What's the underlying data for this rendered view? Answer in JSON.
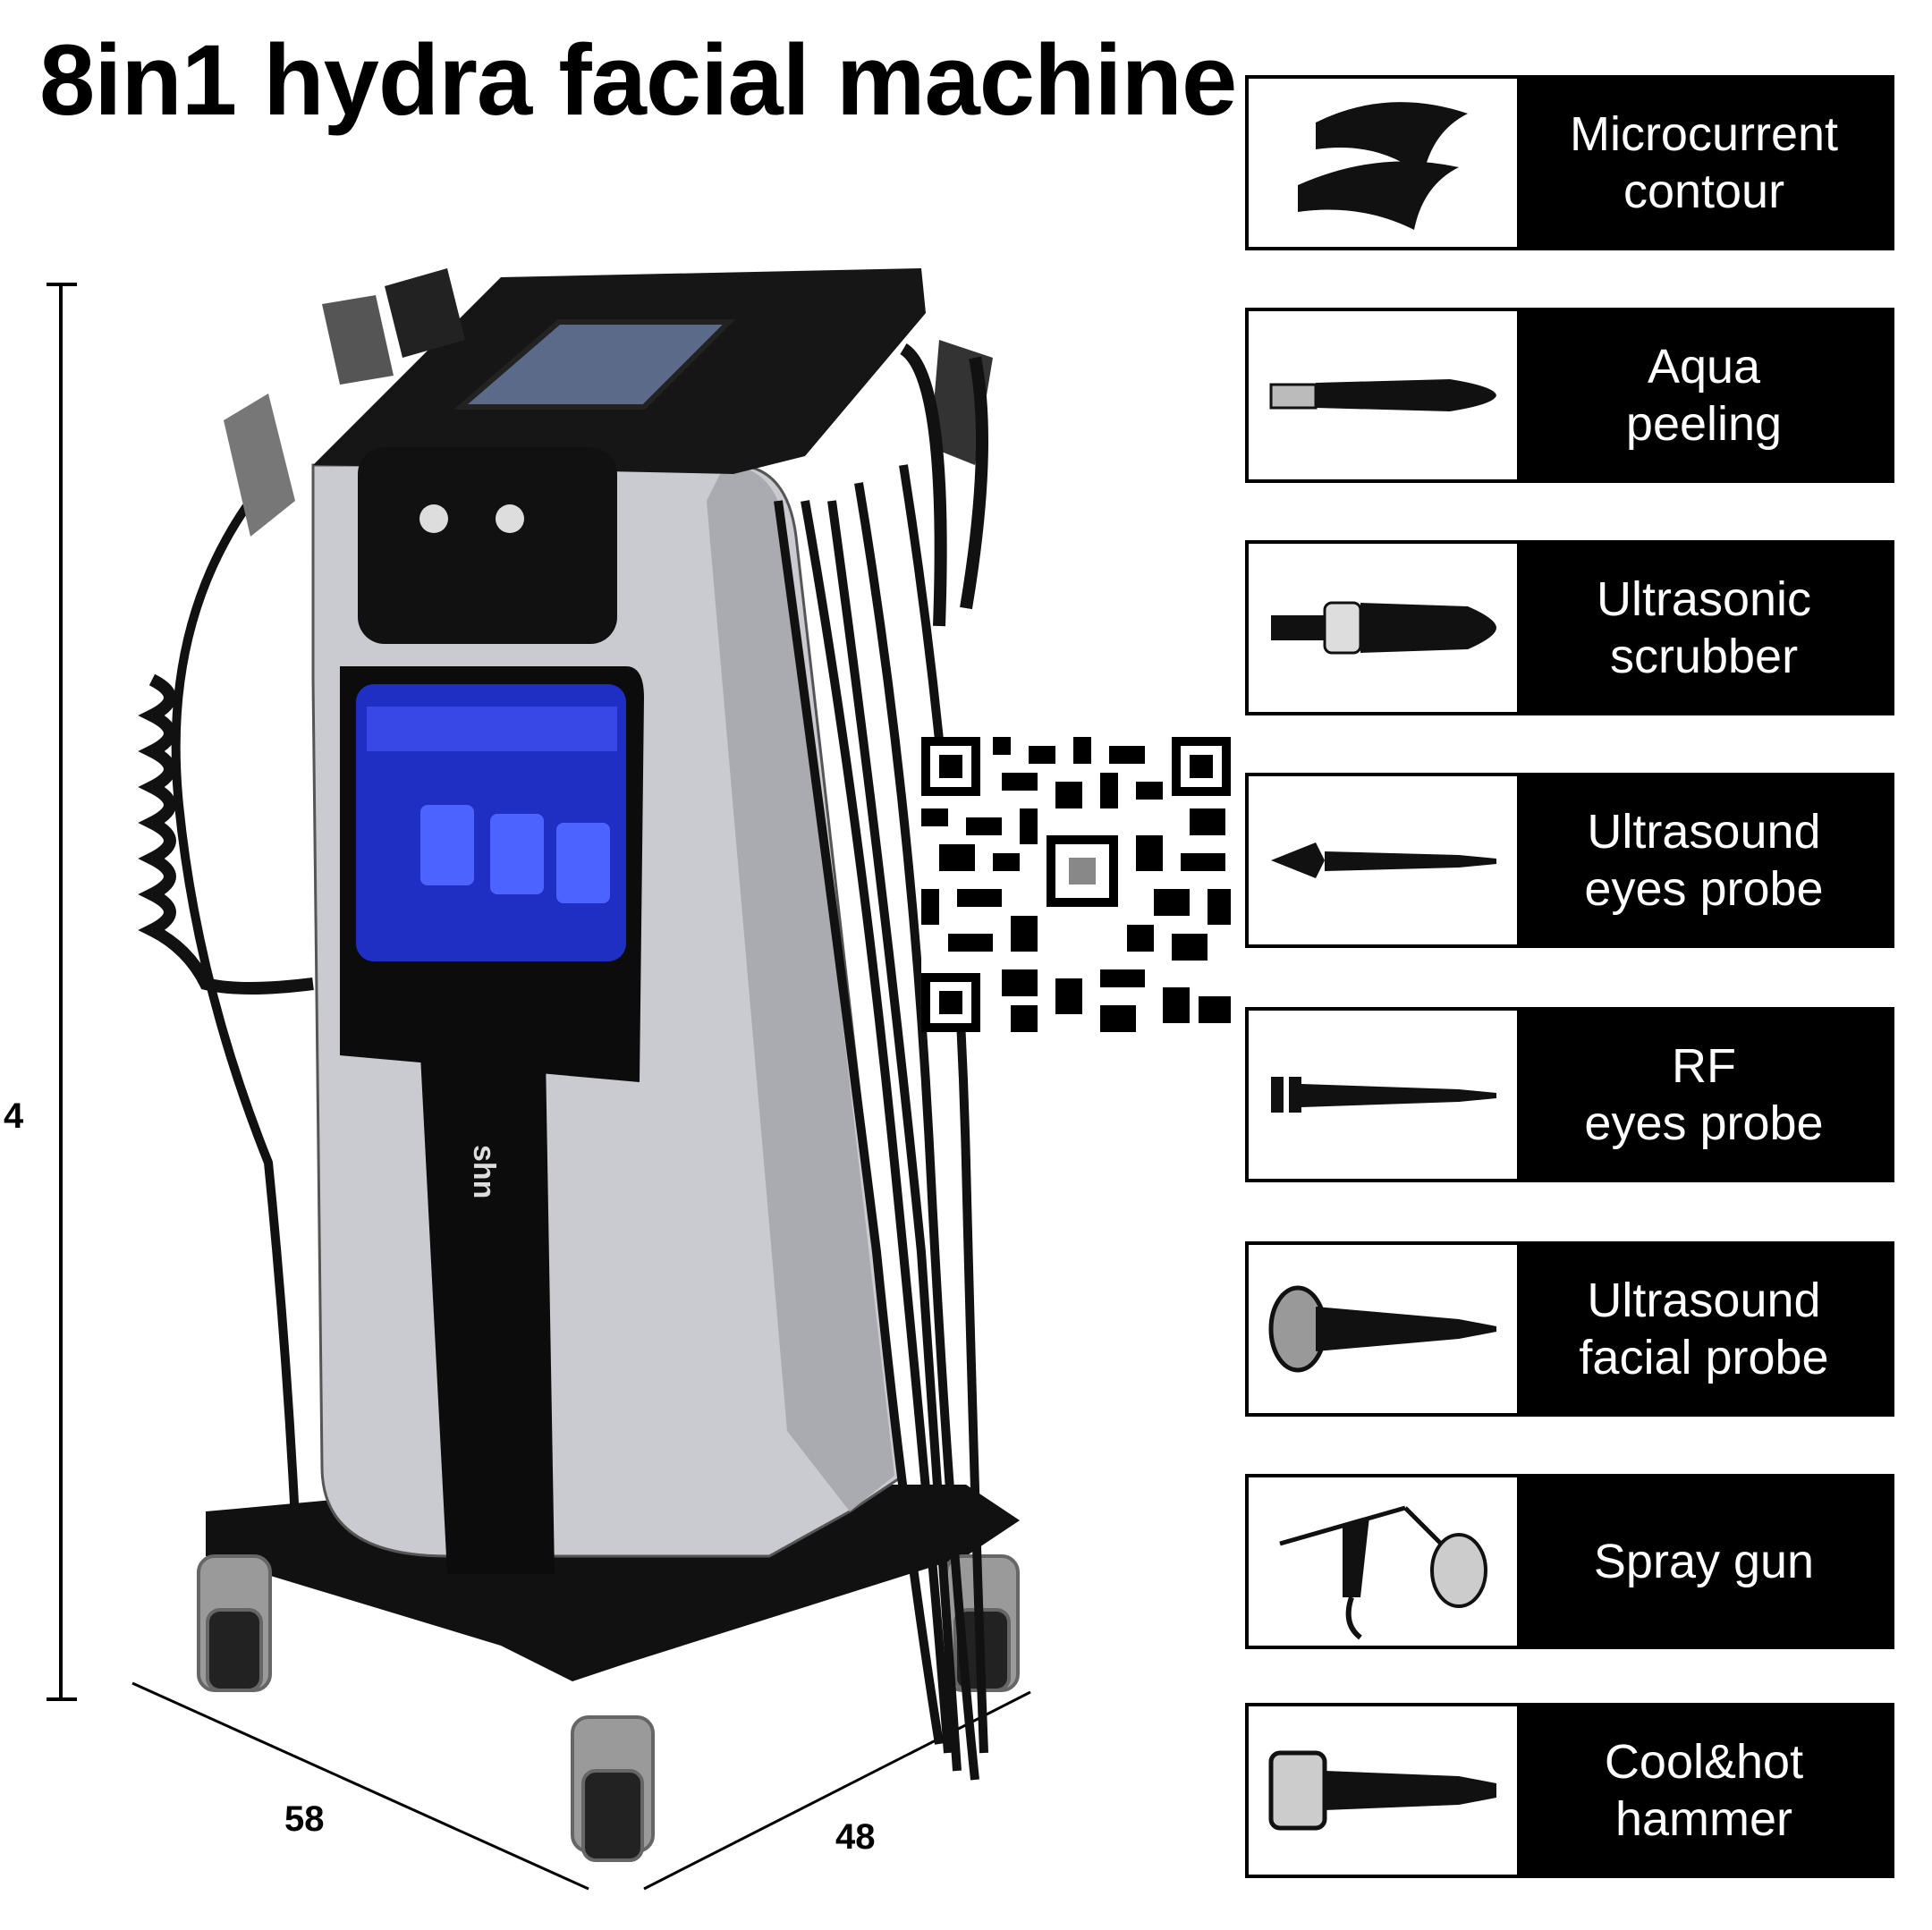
{
  "title": "8in1 hydra facial machine",
  "dimensions": {
    "height": "4",
    "width": "58",
    "depth": "48"
  },
  "handpieces": [
    {
      "icon": "microcurrent-contour-icon",
      "line1": "Microcurrent",
      "line2": "contour"
    },
    {
      "icon": "aqua-peeling-icon",
      "line1": "Aqua",
      "line2": "peeling"
    },
    {
      "icon": "ultrasonic-scrubber-icon",
      "line1": "Ultrasonic",
      "line2": "scrubber"
    },
    {
      "icon": "ultrasound-eyes-probe-icon",
      "line1": "Ultrasound",
      "line2": "eyes probe"
    },
    {
      "icon": "rf-eyes-probe-icon",
      "line1": "RF",
      "line2": "eyes probe"
    },
    {
      "icon": "ultrasound-facial-probe-icon",
      "line1": "Ultrasound",
      "line2": "facial probe"
    },
    {
      "icon": "spray-gun-icon",
      "line1": "Spray gun",
      "line2": ""
    },
    {
      "icon": "cool-hot-hammer-icon",
      "line1": "Cool&hot",
      "line2": "hammer"
    }
  ],
  "colors": {
    "label_bg": "#000000",
    "label_text": "#ffffff",
    "machine_body": "#c9cbd0",
    "screen_glow": "#2b3bd8"
  }
}
